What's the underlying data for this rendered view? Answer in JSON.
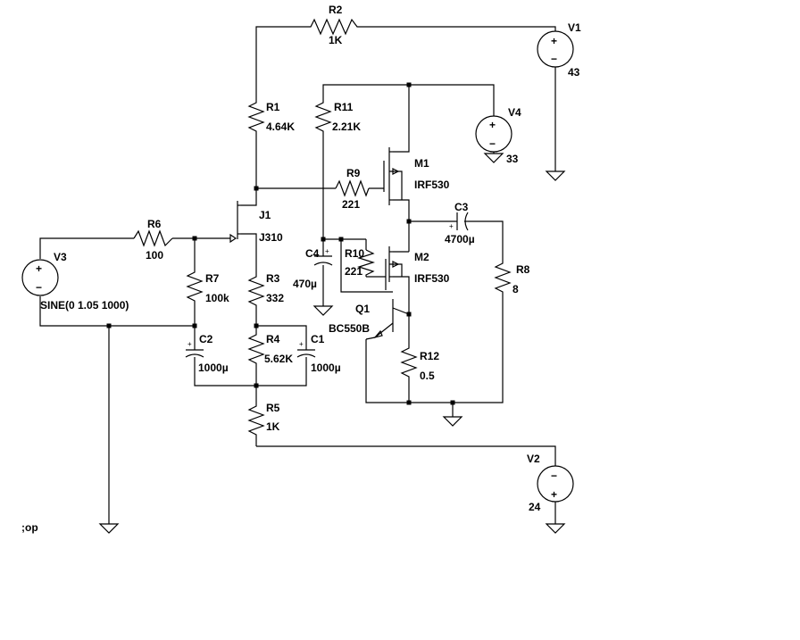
{
  "components": {
    "R2": {
      "name": "R2",
      "value": "1K"
    },
    "V1": {
      "name": "V1",
      "value": "43"
    },
    "R1": {
      "name": "R1",
      "value": "4.64K"
    },
    "R11": {
      "name": "R11",
      "value": "2.21K"
    },
    "V4": {
      "name": "V4",
      "value": "33"
    },
    "M1": {
      "name": "M1",
      "value": "IRF530"
    },
    "R9": {
      "name": "R9",
      "value": "221"
    },
    "J1": {
      "name": "J1",
      "value": "J310"
    },
    "R6": {
      "name": "R6",
      "value": "100"
    },
    "C3": {
      "name": "C3",
      "value": "4700µ"
    },
    "V3": {
      "name": "V3",
      "value": "SINE(0 1.05 1000)"
    },
    "C4": {
      "name": "C4",
      "value": "470µ"
    },
    "R10": {
      "name": "R10",
      "value": "221"
    },
    "M2": {
      "name": "M2",
      "value": "IRF530"
    },
    "R8": {
      "name": "R8",
      "value": "8"
    },
    "R7": {
      "name": "R7",
      "value": "100k"
    },
    "R3": {
      "name": "R3",
      "value": "332"
    },
    "Q1": {
      "name": "Q1",
      "value": "BC550B"
    },
    "C2": {
      "name": "C2",
      "value": "1000µ"
    },
    "R4": {
      "name": "R4",
      "value": "5.62K"
    },
    "C1": {
      "name": "C1",
      "value": "1000µ"
    },
    "R12": {
      "name": "R12",
      "value": "0.5"
    },
    "R5": {
      "name": "R5",
      "value": "1K"
    },
    "V2": {
      "name": "V2",
      "value": "24"
    }
  },
  "directive": ";op",
  "polarity": {
    "plus": "+",
    "minus": "−"
  }
}
